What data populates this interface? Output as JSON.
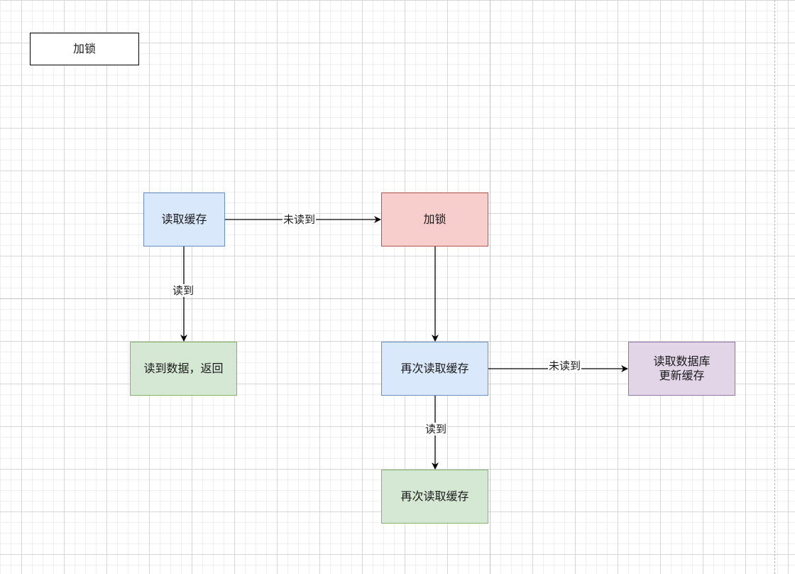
{
  "legend_box": {
    "label": "加锁"
  },
  "nodes": {
    "read_cache": "读取缓存",
    "lock": "加锁",
    "read_success_return": "读到数据，返回",
    "reread_cache": "再次读取缓存",
    "read_db_line1": "读取数据库",
    "read_db_line2": "更新缓存",
    "reread_cache_result": "再次读取缓存"
  },
  "edges": {
    "cache_to_lock": "未读到",
    "cache_to_return": "读到",
    "reread_to_db": "未读到",
    "reread_to_result": "读到"
  },
  "colors": {
    "blue_fill": "#dae8fc",
    "blue_stroke": "#6c8ebf",
    "red_fill": "#f8cecc",
    "red_stroke": "#b85450",
    "green_fill": "#d5e8d4",
    "green_stroke": "#82b366",
    "purple_fill": "#e1d5e7",
    "purple_stroke": "#9673a6"
  }
}
